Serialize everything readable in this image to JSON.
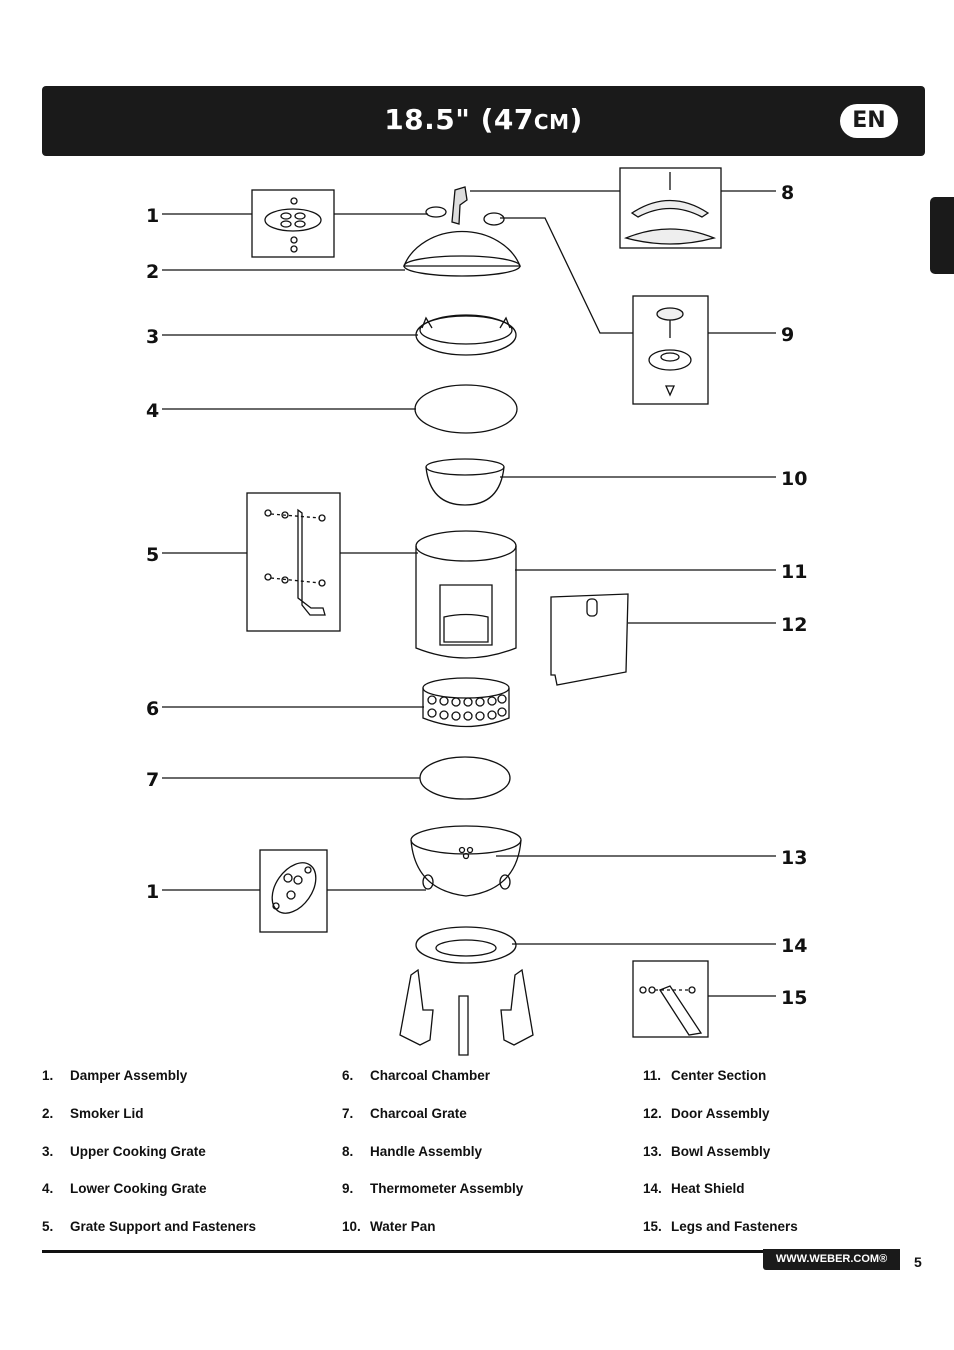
{
  "header": {
    "title_main": "18.5\" (47",
    "title_unit": "CM",
    "title_end": ")",
    "language": "EN"
  },
  "callouts": {
    "c1_top": "1",
    "c2": "2",
    "c3": "3",
    "c4": "4",
    "c5": "5",
    "c6": "6",
    "c7": "7",
    "c1_bottom": "1",
    "c8": "8",
    "c9": "9",
    "c10": "10",
    "c11": "11",
    "c12": "12",
    "c13": "13",
    "c14": "14",
    "c15": "15"
  },
  "parts_list": {
    "col1": [
      {
        "num": "1.",
        "name": "Damper Assembly"
      },
      {
        "num": "2.",
        "name": "Smoker Lid"
      },
      {
        "num": "3.",
        "name": "Upper Cooking Grate"
      },
      {
        "num": "4.",
        "name": "Lower Cooking Grate"
      },
      {
        "num": "5.",
        "name": "Grate Support and Fasteners"
      }
    ],
    "col2": [
      {
        "num": "6.",
        "name": "Charcoal Chamber"
      },
      {
        "num": "7.",
        "name": "Charcoal Grate"
      },
      {
        "num": "8.",
        "name": "Handle Assembly"
      },
      {
        "num": "9.",
        "name": "Thermometer Assembly"
      },
      {
        "num": "10.",
        "name": "Water Pan"
      }
    ],
    "col3": [
      {
        "num": "11.",
        "name": "Center Section"
      },
      {
        "num": "12.",
        "name": "Door Assembly"
      },
      {
        "num": "13.",
        "name": "Bowl Assembly"
      },
      {
        "num": "14.",
        "name": "Heat Shield"
      },
      {
        "num": "15.",
        "name": "Legs and Fasteners"
      }
    ]
  },
  "footer": {
    "website": "WWW.WEBER.COM®",
    "page_number": "5"
  }
}
